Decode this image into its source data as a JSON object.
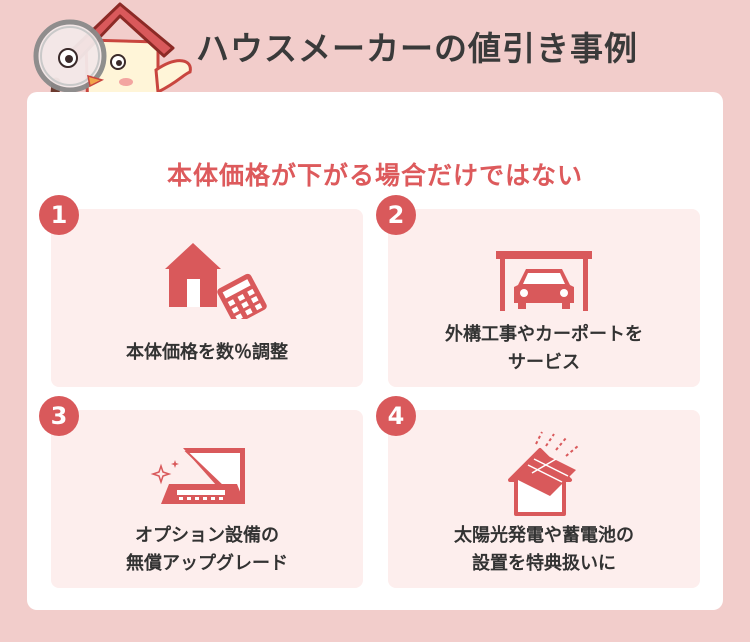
{
  "header": {
    "title": "ハウスメーカーの値引き事例"
  },
  "panel": {
    "subtitle": "本体価格が下がる場合だけではない",
    "cards": [
      {
        "number": "1",
        "lines": [
          "本体価格を数％調整"
        ],
        "icon": "house-calculator-icon"
      },
      {
        "number": "2",
        "lines": [
          "外構工事やカーポートを",
          "サービス"
        ],
        "icon": "carport-icon"
      },
      {
        "number": "3",
        "lines": [
          "オプション設備の",
          "無償アップグレード"
        ],
        "icon": "range-hood-icon"
      },
      {
        "number": "4",
        "lines": [
          "太陽光発電や蓄電池の",
          "設置を特典扱いに"
        ],
        "icon": "solar-house-icon"
      }
    ]
  },
  "colors": {
    "background": "#f2cdcb",
    "accent": "#d9595b",
    "card": "#fdeeed"
  }
}
